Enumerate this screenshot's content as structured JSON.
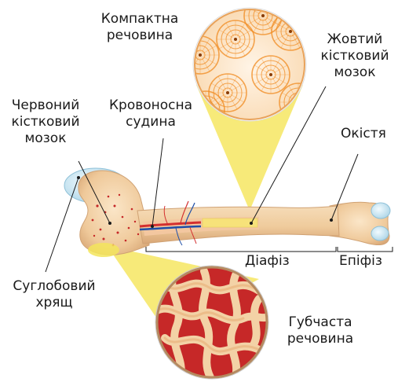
{
  "labels": {
    "compact_substance": "Компактна\nречовина",
    "yellow_marrow": "Жовтий\nкістковий\nмозок",
    "red_marrow": "Червоний\nкістковий\nмозок",
    "blood_vessel": "Кровоносна\nсудина",
    "periosteum": "Окістя",
    "diaphysis": "Діафіз",
    "epiphysis": "Епіфіз",
    "articular_cartilage": "Суглобовий\nхрящ",
    "spongy_substance": "Губчаста\nречовина"
  },
  "colors": {
    "bone": "#f2d2a8",
    "bone_shadow": "#d9a877",
    "cartilage": "#cfe8f3",
    "zoom_cone": "#f6e86a",
    "osteon": "#f08a1e",
    "red_marrow": "#c62828",
    "yellow_marrow": "#f7e27a",
    "vessel_red": "#d32f2f",
    "vessel_blue": "#1e4fa8"
  }
}
